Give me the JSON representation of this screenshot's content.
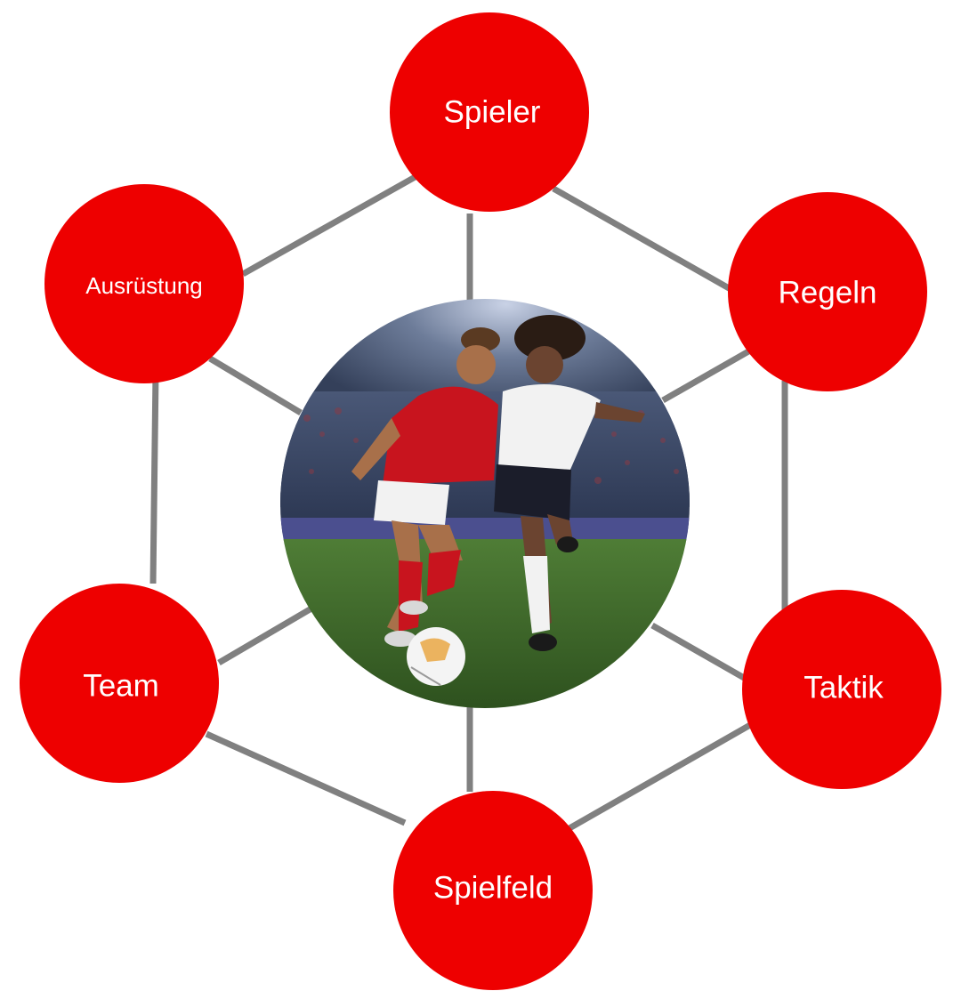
{
  "diagram": {
    "center_image": {
      "subject": "two female soccer players contesting the ball in a floodlit stadium",
      "colors": {
        "player_left_kit": "#c8141e",
        "player_right_kit": "#f2f2f2",
        "pitch": "#3d6b2a",
        "stands": "#3a4a66"
      }
    },
    "nodes": [
      {
        "label": "Spieler"
      },
      {
        "label": "Regeln"
      },
      {
        "label": "Taktik"
      },
      {
        "label": "Spielfeld"
      },
      {
        "label": "Team"
      },
      {
        "label": "Ausrüstung"
      }
    ],
    "colors": {
      "node_fill": "#ee0000",
      "node_text": "#ffffff",
      "connector": "#808080"
    }
  }
}
